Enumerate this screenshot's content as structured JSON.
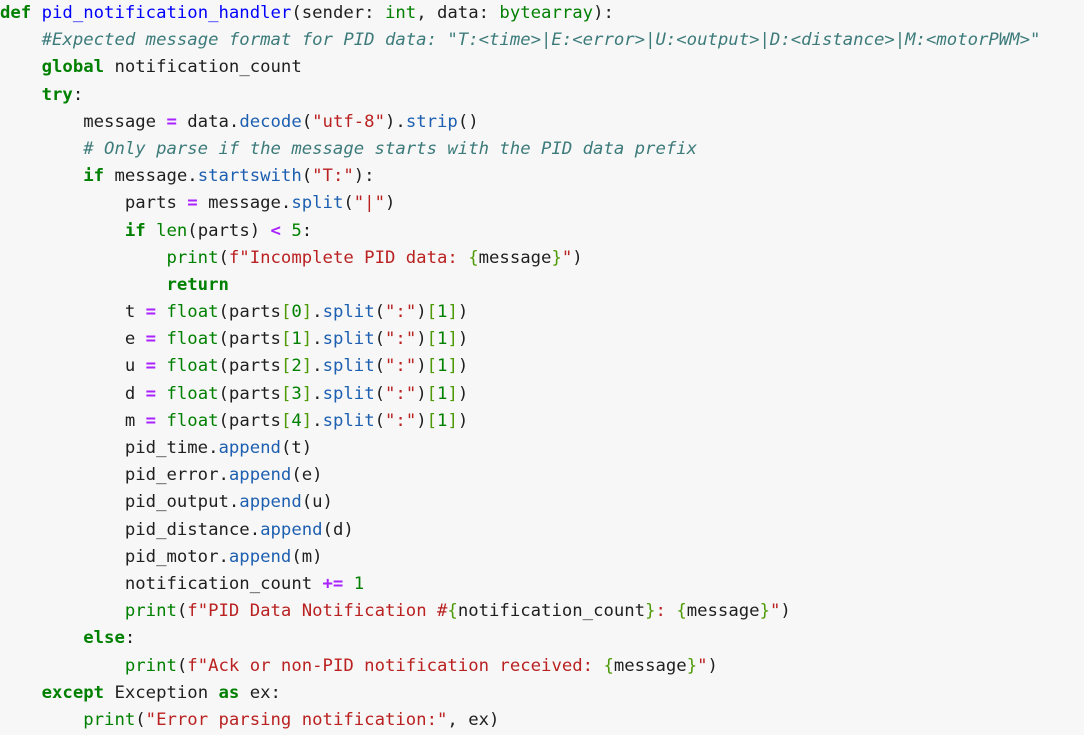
{
  "code": {
    "language": "python",
    "lines": [
      [
        {
          "t": "def",
          "c": "kw"
        },
        {
          "t": " ",
          "c": ""
        },
        {
          "t": "pid_notification_handler",
          "c": "fn"
        },
        {
          "t": "(sender: ",
          "c": ""
        },
        {
          "t": "int",
          "c": "bi"
        },
        {
          "t": ", data: ",
          "c": ""
        },
        {
          "t": "bytearray",
          "c": "bi"
        },
        {
          "t": "):",
          "c": ""
        }
      ],
      [
        {
          "t": "    ",
          "c": ""
        },
        {
          "t": "#Expected message format for PID data: \"T:<time>|E:<error>|U:<output>|D:<distance>|M:<motorPWM>\"",
          "c": "cm"
        }
      ],
      [
        {
          "t": "    ",
          "c": ""
        },
        {
          "t": "global",
          "c": "kw"
        },
        {
          "t": " notification_count",
          "c": ""
        }
      ],
      [
        {
          "t": "    ",
          "c": ""
        },
        {
          "t": "try",
          "c": "kw"
        },
        {
          "t": ":",
          "c": ""
        }
      ],
      [
        {
          "t": "        message ",
          "c": ""
        },
        {
          "t": "=",
          "c": "op"
        },
        {
          "t": " data.",
          "c": ""
        },
        {
          "t": "decode",
          "c": "mth"
        },
        {
          "t": "(",
          "c": ""
        },
        {
          "t": "\"utf-8\"",
          "c": "str"
        },
        {
          "t": ").",
          "c": ""
        },
        {
          "t": "strip",
          "c": "mth"
        },
        {
          "t": "()",
          "c": ""
        }
      ],
      [
        {
          "t": "        ",
          "c": ""
        },
        {
          "t": "# Only parse if the message starts with the PID data prefix",
          "c": "cm"
        }
      ],
      [
        {
          "t": "        ",
          "c": ""
        },
        {
          "t": "if",
          "c": "kw"
        },
        {
          "t": " message.",
          "c": ""
        },
        {
          "t": "startswith",
          "c": "mth"
        },
        {
          "t": "(",
          "c": ""
        },
        {
          "t": "\"T:\"",
          "c": "str"
        },
        {
          "t": "):",
          "c": ""
        }
      ],
      [
        {
          "t": "            parts ",
          "c": ""
        },
        {
          "t": "=",
          "c": "op"
        },
        {
          "t": " message.",
          "c": ""
        },
        {
          "t": "split",
          "c": "mth"
        },
        {
          "t": "(",
          "c": ""
        },
        {
          "t": "\"|\"",
          "c": "str"
        },
        {
          "t": ")",
          "c": ""
        }
      ],
      [
        {
          "t": "            ",
          "c": ""
        },
        {
          "t": "if",
          "c": "kw"
        },
        {
          "t": " ",
          "c": ""
        },
        {
          "t": "len",
          "c": "bi"
        },
        {
          "t": "(parts) ",
          "c": ""
        },
        {
          "t": "<",
          "c": "op"
        },
        {
          "t": " ",
          "c": ""
        },
        {
          "t": "5",
          "c": "num"
        },
        {
          "t": ":",
          "c": ""
        }
      ],
      [
        {
          "t": "                ",
          "c": ""
        },
        {
          "t": "print",
          "c": "bi"
        },
        {
          "t": "(",
          "c": ""
        },
        {
          "t": "f\"Incomplete PID data: ",
          "c": "str"
        },
        {
          "t": "{",
          "c": "br"
        },
        {
          "t": "message",
          "c": ""
        },
        {
          "t": "}",
          "c": "br"
        },
        {
          "t": "\"",
          "c": "str"
        },
        {
          "t": ")",
          "c": ""
        }
      ],
      [
        {
          "t": "                ",
          "c": ""
        },
        {
          "t": "return",
          "c": "kw"
        }
      ],
      [
        {
          "t": "            t ",
          "c": ""
        },
        {
          "t": "=",
          "c": "op"
        },
        {
          "t": " ",
          "c": ""
        },
        {
          "t": "float",
          "c": "bi"
        },
        {
          "t": "(parts",
          "c": ""
        },
        {
          "t": "[",
          "c": "br"
        },
        {
          "t": "0",
          "c": "num"
        },
        {
          "t": "]",
          "c": "br"
        },
        {
          "t": ".",
          "c": ""
        },
        {
          "t": "split",
          "c": "mth"
        },
        {
          "t": "(",
          "c": ""
        },
        {
          "t": "\":\"",
          "c": "str"
        },
        {
          "t": ")",
          "c": ""
        },
        {
          "t": "[",
          "c": "br"
        },
        {
          "t": "1",
          "c": "num"
        },
        {
          "t": "]",
          "c": "br"
        },
        {
          "t": ")",
          "c": ""
        }
      ],
      [
        {
          "t": "            e ",
          "c": ""
        },
        {
          "t": "=",
          "c": "op"
        },
        {
          "t": " ",
          "c": ""
        },
        {
          "t": "float",
          "c": "bi"
        },
        {
          "t": "(parts",
          "c": ""
        },
        {
          "t": "[",
          "c": "br"
        },
        {
          "t": "1",
          "c": "num"
        },
        {
          "t": "]",
          "c": "br"
        },
        {
          "t": ".",
          "c": ""
        },
        {
          "t": "split",
          "c": "mth"
        },
        {
          "t": "(",
          "c": ""
        },
        {
          "t": "\":\"",
          "c": "str"
        },
        {
          "t": ")",
          "c": ""
        },
        {
          "t": "[",
          "c": "br"
        },
        {
          "t": "1",
          "c": "num"
        },
        {
          "t": "]",
          "c": "br"
        },
        {
          "t": ")",
          "c": ""
        }
      ],
      [
        {
          "t": "            u ",
          "c": ""
        },
        {
          "t": "=",
          "c": "op"
        },
        {
          "t": " ",
          "c": ""
        },
        {
          "t": "float",
          "c": "bi"
        },
        {
          "t": "(parts",
          "c": ""
        },
        {
          "t": "[",
          "c": "br"
        },
        {
          "t": "2",
          "c": "num"
        },
        {
          "t": "]",
          "c": "br"
        },
        {
          "t": ".",
          "c": ""
        },
        {
          "t": "split",
          "c": "mth"
        },
        {
          "t": "(",
          "c": ""
        },
        {
          "t": "\":\"",
          "c": "str"
        },
        {
          "t": ")",
          "c": ""
        },
        {
          "t": "[",
          "c": "br"
        },
        {
          "t": "1",
          "c": "num"
        },
        {
          "t": "]",
          "c": "br"
        },
        {
          "t": ")",
          "c": ""
        }
      ],
      [
        {
          "t": "            d ",
          "c": ""
        },
        {
          "t": "=",
          "c": "op"
        },
        {
          "t": " ",
          "c": ""
        },
        {
          "t": "float",
          "c": "bi"
        },
        {
          "t": "(parts",
          "c": ""
        },
        {
          "t": "[",
          "c": "br"
        },
        {
          "t": "3",
          "c": "num"
        },
        {
          "t": "]",
          "c": "br"
        },
        {
          "t": ".",
          "c": ""
        },
        {
          "t": "split",
          "c": "mth"
        },
        {
          "t": "(",
          "c": ""
        },
        {
          "t": "\":\"",
          "c": "str"
        },
        {
          "t": ")",
          "c": ""
        },
        {
          "t": "[",
          "c": "br"
        },
        {
          "t": "1",
          "c": "num"
        },
        {
          "t": "]",
          "c": "br"
        },
        {
          "t": ")",
          "c": ""
        }
      ],
      [
        {
          "t": "            m ",
          "c": ""
        },
        {
          "t": "=",
          "c": "op"
        },
        {
          "t": " ",
          "c": ""
        },
        {
          "t": "float",
          "c": "bi"
        },
        {
          "t": "(parts",
          "c": ""
        },
        {
          "t": "[",
          "c": "br"
        },
        {
          "t": "4",
          "c": "num"
        },
        {
          "t": "]",
          "c": "br"
        },
        {
          "t": ".",
          "c": ""
        },
        {
          "t": "split",
          "c": "mth"
        },
        {
          "t": "(",
          "c": ""
        },
        {
          "t": "\":\"",
          "c": "str"
        },
        {
          "t": ")",
          "c": ""
        },
        {
          "t": "[",
          "c": "br"
        },
        {
          "t": "1",
          "c": "num"
        },
        {
          "t": "]",
          "c": "br"
        },
        {
          "t": ")",
          "c": ""
        }
      ],
      [
        {
          "t": "            pid_time.",
          "c": ""
        },
        {
          "t": "append",
          "c": "mth"
        },
        {
          "t": "(t)",
          "c": ""
        }
      ],
      [
        {
          "t": "            pid_error.",
          "c": ""
        },
        {
          "t": "append",
          "c": "mth"
        },
        {
          "t": "(e)",
          "c": ""
        }
      ],
      [
        {
          "t": "            pid_output.",
          "c": ""
        },
        {
          "t": "append",
          "c": "mth"
        },
        {
          "t": "(u)",
          "c": ""
        }
      ],
      [
        {
          "t": "            pid_distance.",
          "c": ""
        },
        {
          "t": "append",
          "c": "mth"
        },
        {
          "t": "(d)",
          "c": ""
        }
      ],
      [
        {
          "t": "            pid_motor.",
          "c": ""
        },
        {
          "t": "append",
          "c": "mth"
        },
        {
          "t": "(m)",
          "c": ""
        }
      ],
      [
        {
          "t": "            notification_count ",
          "c": ""
        },
        {
          "t": "+=",
          "c": "op"
        },
        {
          "t": " ",
          "c": ""
        },
        {
          "t": "1",
          "c": "num"
        }
      ],
      [
        {
          "t": "            ",
          "c": ""
        },
        {
          "t": "print",
          "c": "bi"
        },
        {
          "t": "(",
          "c": ""
        },
        {
          "t": "f\"PID Data Notification #",
          "c": "str"
        },
        {
          "t": "{",
          "c": "br"
        },
        {
          "t": "notification_count",
          "c": ""
        },
        {
          "t": "}",
          "c": "br"
        },
        {
          "t": ": ",
          "c": "str"
        },
        {
          "t": "{",
          "c": "br"
        },
        {
          "t": "message",
          "c": ""
        },
        {
          "t": "}",
          "c": "br"
        },
        {
          "t": "\"",
          "c": "str"
        },
        {
          "t": ")",
          "c": ""
        }
      ],
      [
        {
          "t": "        ",
          "c": ""
        },
        {
          "t": "else",
          "c": "kw"
        },
        {
          "t": ":",
          "c": ""
        }
      ],
      [
        {
          "t": "            ",
          "c": ""
        },
        {
          "t": "print",
          "c": "bi"
        },
        {
          "t": "(",
          "c": ""
        },
        {
          "t": "f\"Ack or non-PID notification received: ",
          "c": "str"
        },
        {
          "t": "{",
          "c": "br"
        },
        {
          "t": "message",
          "c": ""
        },
        {
          "t": "}",
          "c": "br"
        },
        {
          "t": "\"",
          "c": "str"
        },
        {
          "t": ")",
          "c": ""
        }
      ],
      [
        {
          "t": "    ",
          "c": ""
        },
        {
          "t": "except",
          "c": "kw"
        },
        {
          "t": " Exception ",
          "c": ""
        },
        {
          "t": "as",
          "c": "kw"
        },
        {
          "t": " ex:",
          "c": ""
        }
      ],
      [
        {
          "t": "        ",
          "c": ""
        },
        {
          "t": "print",
          "c": "bi"
        },
        {
          "t": "(",
          "c": ""
        },
        {
          "t": "\"Error parsing notification:\"",
          "c": "str"
        },
        {
          "t": ", ex)",
          "c": ""
        }
      ]
    ]
  }
}
